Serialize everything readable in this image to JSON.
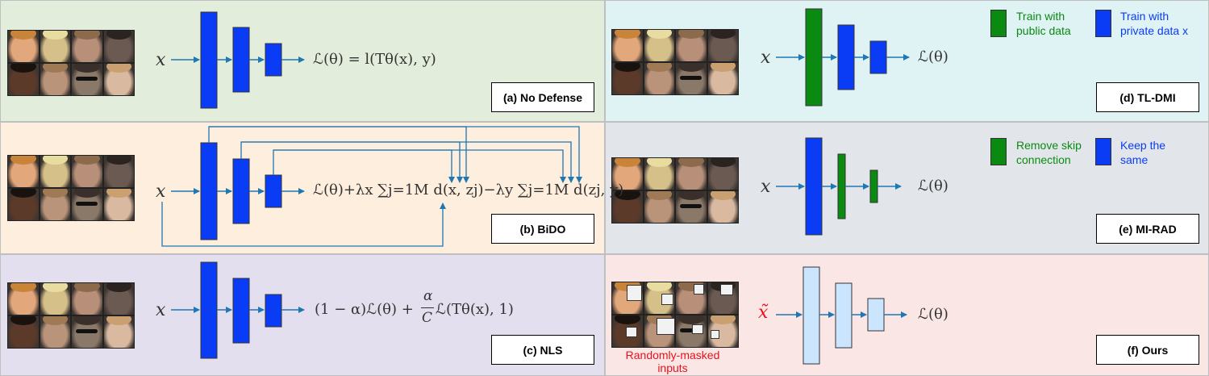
{
  "colors": {
    "public_green": "#0a8a10",
    "private_blue": "#0b3cf5",
    "ours_light_blue": "#cce5ff",
    "arrow": "#1f77b4",
    "red_text": "#e8121c",
    "bg_a": "#e3eddb",
    "bg_b": "#fdeede",
    "bg_c": "#e4dfef",
    "bg_d": "#dff2f4",
    "bg_e": "#e2e6ea",
    "bg_f": "#fbe6e6"
  },
  "panels": {
    "a": {
      "caption": "(a) No Defense",
      "input": "x",
      "loss": "ℒ(θ) = l(Tθ(x), y)"
    },
    "b": {
      "caption": "(b) BiDO",
      "input": "x",
      "loss": "ℒ(θ)+λx ∑j=1M d(x, zj)−λy ∑j=1M d(zj, y)"
    },
    "c": {
      "caption": "(c) NLS",
      "input": "x",
      "loss_prefix": "(1 − α)ℒ(θ) +",
      "frac_num": "α",
      "frac_den": "C",
      "loss_suffix": "ℒ(Tθ(x), 1)"
    },
    "d": {
      "caption": "(d) TL-DMI",
      "input": "x",
      "loss": "ℒ(θ)"
    },
    "e": {
      "caption": "(e) MI-RAD",
      "input": "x",
      "loss": "ℒ(θ)"
    },
    "f": {
      "caption": "(f) Ours",
      "input": "x̃",
      "loss": "ℒ(θ)",
      "note": "Randomly-masked\ninputs"
    }
  },
  "legend_d": {
    "green": "Train with\npublic data",
    "blue": "Train with\nprivate data x"
  },
  "legend_e": {
    "green": "Remove skip\nconnection",
    "blue": "Keep the\nsame"
  },
  "faces": [
    "#e3a77c",
    "#d6c08a",
    "#b8907a",
    "#6b5a52",
    "#5c3a2a",
    "#b9947a",
    "#8a7868",
    "#d9b9a0"
  ]
}
